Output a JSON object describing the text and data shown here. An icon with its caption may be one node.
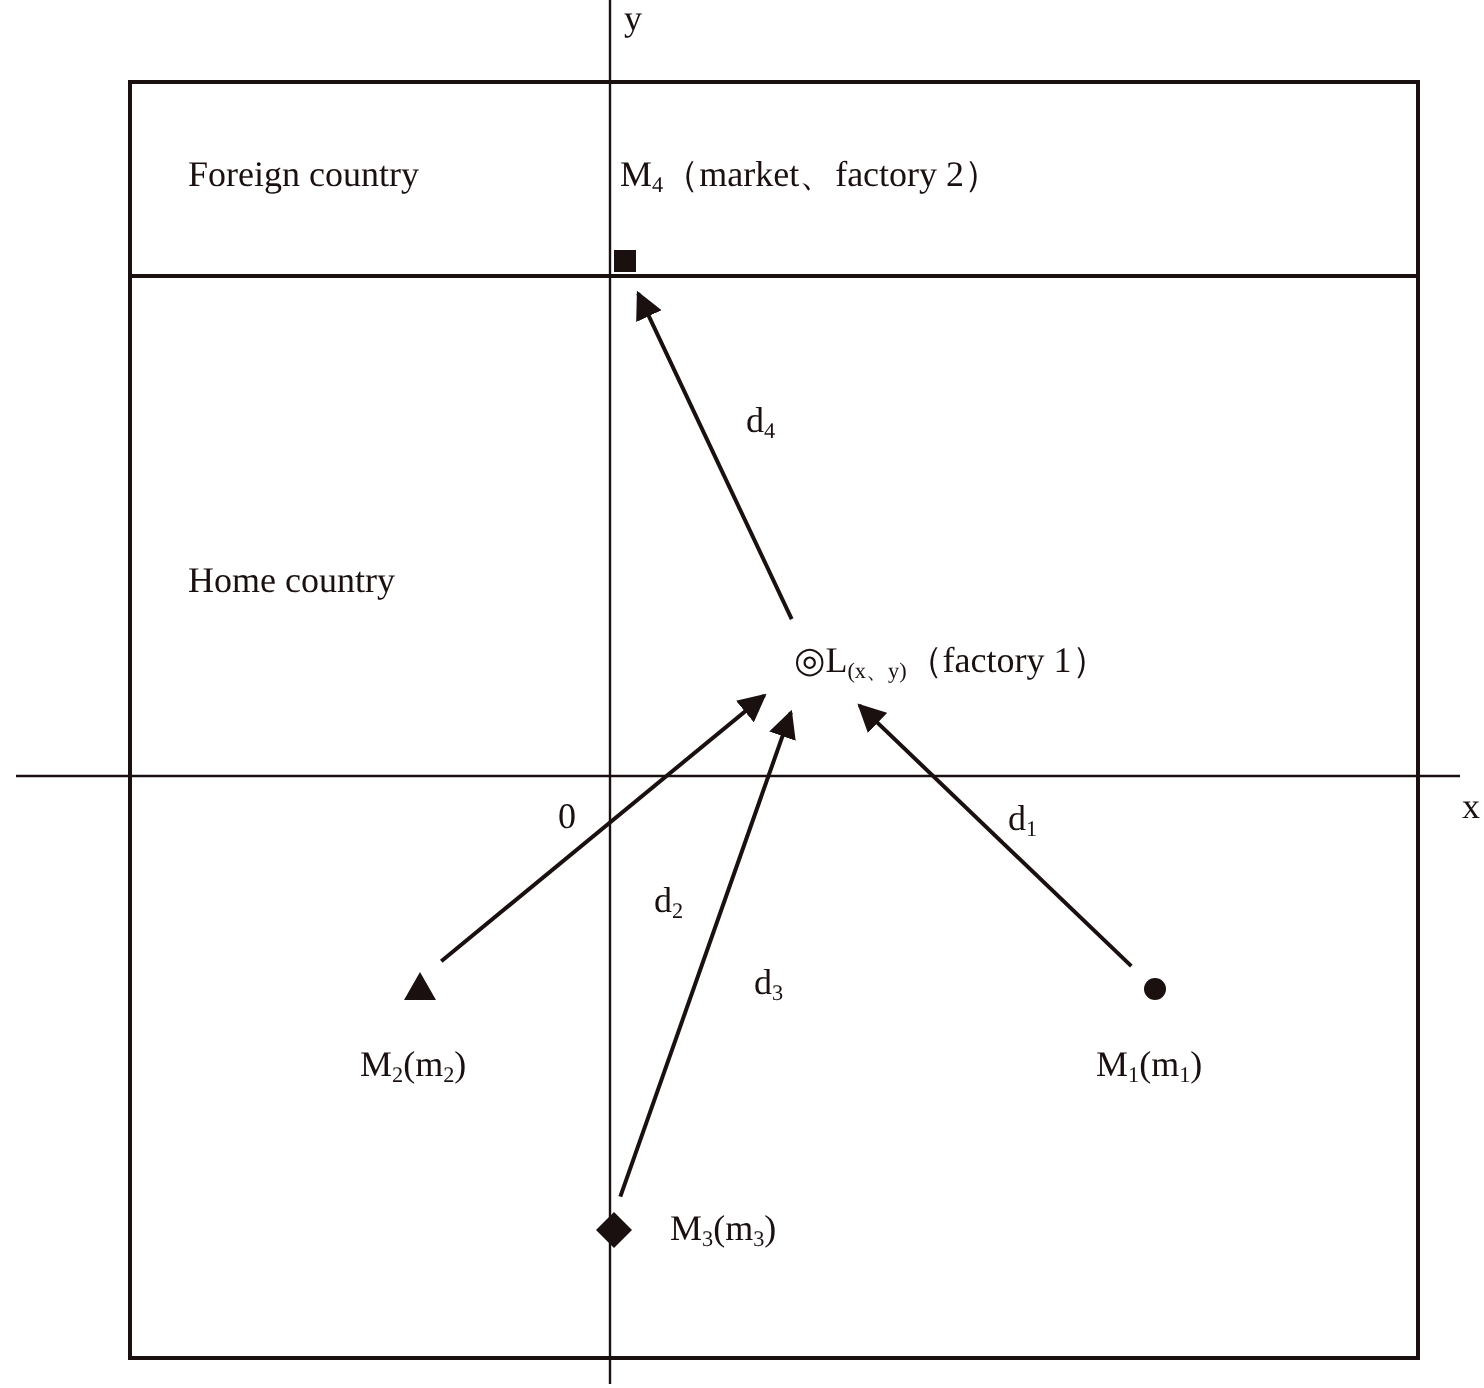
{
  "diagram": {
    "nodes": [
      {
        "text": [
          "Foreign country"
        ]
      },
      {
        "text": [
          "Home country"
        ]
      },
      {
        "text": [],
        "shape": "box",
        "in": 0,
        "beside": [
          "M$_{4}$（market、factory 2）"
        ]
      },
      {
        "text": [
          "◎L$_{(x、y)}$（factory 1）"
        ],
        "in": 1
      },
      {
        "text": [],
        "shape": "triangle",
        "in": 1,
        "beside": [
          "M$_{2}$(m$_{2}$)"
        ]
      },
      {
        "text": [],
        "shape": "circle",
        "in": 1,
        "beside": [
          "M$_{1}$(m$_{1}$)"
        ]
      },
      {
        "text": [],
        "shape": "diamond",
        "in": 1,
        "beside": [
          "M$_{3}$(m$_{3}$)"
        ]
      }
    ],
    "edges": [
      {
        "from": 3,
        "to": 2,
        "arrow": "to",
        "label": "d$_{4}$"
      },
      {
        "from": 5,
        "to": 3,
        "arrow": "to",
        "label": "d$_{1}$"
      },
      {
        "from": 4,
        "to": 3,
        "arrow": "to",
        "label": "d$_{2}$"
      },
      {
        "from": 6,
        "to": 3,
        "arrow": "to",
        "label": "d$_{3}$"
      }
    ],
    "labels": [
      "y",
      "x",
      "0"
    ]
  }
}
